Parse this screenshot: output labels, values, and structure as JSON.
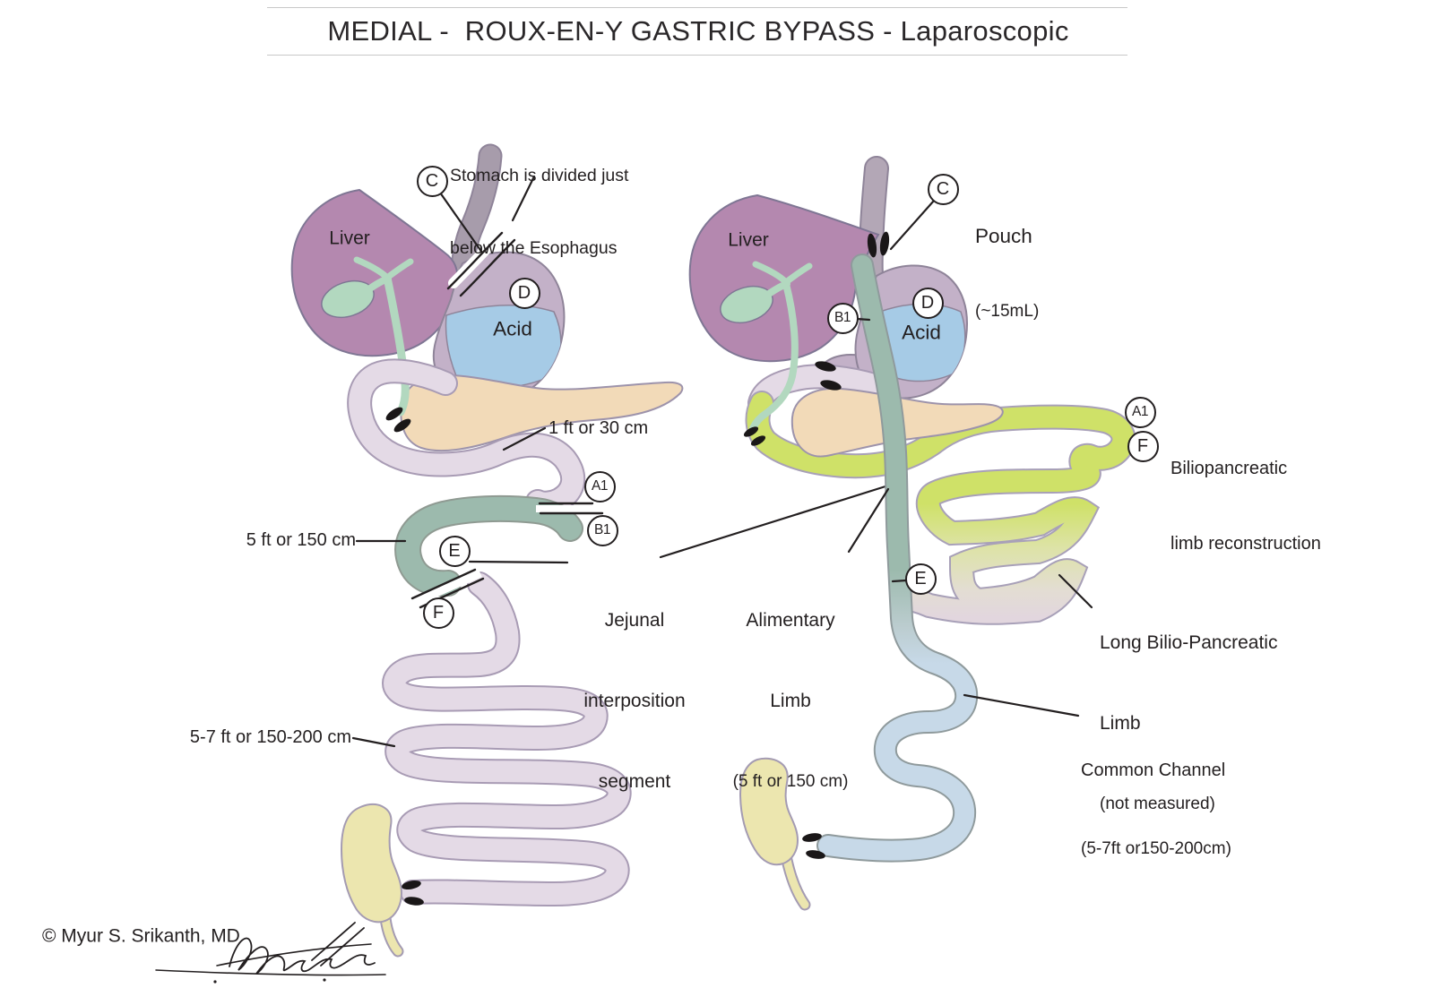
{
  "title": "MEDIAL -  ROUX-EN-Y GASTRIC BYPASS - Laparoscopic",
  "copyright": "© Myur S. Srikanth, MD",
  "colors": {
    "text": "#231f20",
    "liver": "#b488af",
    "biliary": "#b2d8bf",
    "esophagus": "#a79cab",
    "pouch": "#b3a7b6",
    "stomach": "#c3b1c8",
    "acid": "#a6cbe6",
    "bowel_lavender": "#e4dae6",
    "pancreas": "#f2dab8",
    "sage_limb": "#9cbaad",
    "biliopancreatic_limb": "#cfe168",
    "common_channel": "#c7d9e8",
    "colon": "#ece6af",
    "organ_outline": "#8f8499",
    "tube_outline": "#a89bb4",
    "staple": "#1a1718"
  },
  "left_panel": {
    "liver_label": "Liver",
    "acid_label": "Acid",
    "note_line1": "Stomach is divided just",
    "note_line2": "below the Esophagus",
    "len_duodenum": "1 ft or 30 cm",
    "len_segment": "5 ft or 150 cm",
    "len_distal": "5-7 ft or 150-200 cm",
    "seg_line1": "Jejunal",
    "seg_line2": "interposition",
    "seg_line3": "segment",
    "m_c": "C",
    "m_d": "D",
    "m_a1": "A1",
    "m_b1": "B1",
    "m_e": "E",
    "m_f": "F"
  },
  "right_panel": {
    "liver_label": "Liver",
    "acid_label": "Acid",
    "pouch_line1": "Pouch",
    "pouch_line2": "(~15mL)",
    "ali_line1": "Alimentary",
    "ali_line2": "Limb",
    "ali_line3": "(5 ft or 150 cm)",
    "bp_line1": "Biliopancreatic",
    "bp_line2": "limb reconstruction",
    "lbp_line1": "Long Bilio-Pancreatic",
    "lbp_line2": "Limb",
    "lbp_line3": "(not measured)",
    "cc_line1": "Common Channel",
    "cc_line2": "(5-7ft or150-200cm)",
    "m_c": "C",
    "m_d": "D",
    "m_a1": "A1",
    "m_b1": "B1",
    "m_e": "E",
    "m_f": "F"
  }
}
